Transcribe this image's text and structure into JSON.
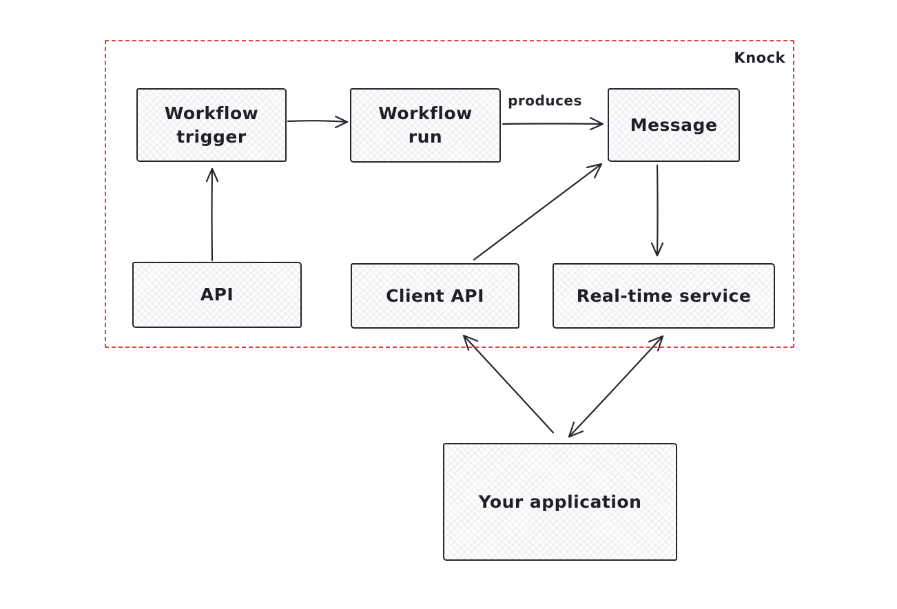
{
  "diagram": {
    "type": "architecture-flowchart",
    "style": "hand-drawn",
    "colors": {
      "boundary_red": "#e0403a",
      "stroke": "#26262e",
      "node_fill": "#fdfdfe",
      "background": "#ffffff"
    },
    "group": {
      "label": "Knock"
    },
    "nodes": [
      {
        "id": "workflow-trigger",
        "label": "Workflow trigger",
        "inside_group": true
      },
      {
        "id": "workflow-run",
        "label": "Workflow run",
        "inside_group": true
      },
      {
        "id": "message",
        "label": "Message",
        "inside_group": true
      },
      {
        "id": "api",
        "label": "API",
        "inside_group": true
      },
      {
        "id": "client-api",
        "label": "Client API",
        "inside_group": true
      },
      {
        "id": "real-time-service",
        "label": "Real-time service",
        "inside_group": true
      },
      {
        "id": "your-application",
        "label": "Your application",
        "inside_group": false
      }
    ],
    "edges": [
      {
        "from": "workflow-trigger",
        "to": "workflow-run",
        "label": "",
        "bidirectional": false
      },
      {
        "from": "workflow-run",
        "to": "message",
        "label": "produces",
        "bidirectional": false
      },
      {
        "from": "api",
        "to": "workflow-trigger",
        "label": "",
        "bidirectional": false
      },
      {
        "from": "client-api",
        "to": "message",
        "label": "",
        "bidirectional": false
      },
      {
        "from": "message",
        "to": "real-time-service",
        "label": "",
        "bidirectional": false
      },
      {
        "from": "your-application",
        "to": "client-api",
        "label": "",
        "bidirectional": false
      },
      {
        "from": "your-application",
        "to": "real-time-service",
        "label": "",
        "bidirectional": true
      }
    ]
  }
}
